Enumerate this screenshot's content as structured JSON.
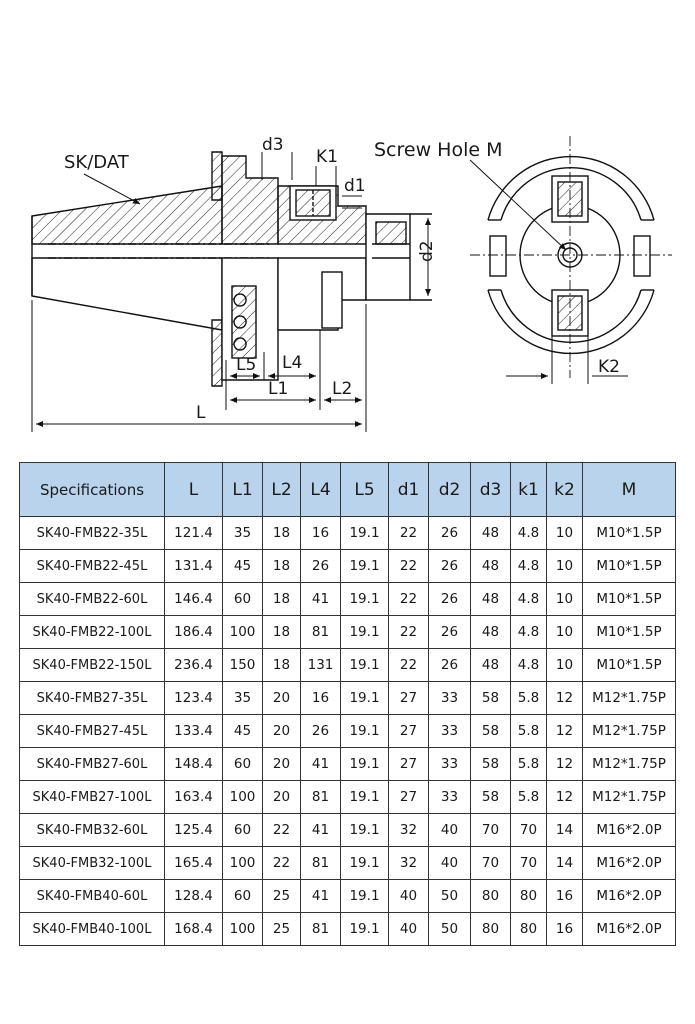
{
  "drawing": {
    "labels": {
      "sk_dat": "SK/DAT",
      "screw_hole": "Screw Hole M",
      "d3": "d3",
      "k1": "K1",
      "d1": "d1",
      "d2": "d2",
      "l5": "L5",
      "l4": "L4",
      "l1": "L1",
      "l2": "L2",
      "l": "L",
      "k2": "K2"
    }
  },
  "table": {
    "headers": [
      "Specifications",
      "L",
      "L1",
      "L2",
      "L4",
      "L5",
      "d1",
      "d2",
      "d3",
      "k1",
      "k2",
      "M"
    ],
    "rows": [
      [
        "SK40-FMB22-35L",
        "121.4",
        "35",
        "18",
        "16",
        "19.1",
        "22",
        "26",
        "48",
        "4.8",
        "10",
        "M10*1.5P"
      ],
      [
        "SK40-FMB22-45L",
        "131.4",
        "45",
        "18",
        "26",
        "19.1",
        "22",
        "26",
        "48",
        "4.8",
        "10",
        "M10*1.5P"
      ],
      [
        "SK40-FMB22-60L",
        "146.4",
        "60",
        "18",
        "41",
        "19.1",
        "22",
        "26",
        "48",
        "4.8",
        "10",
        "M10*1.5P"
      ],
      [
        "SK40-FMB22-100L",
        "186.4",
        "100",
        "18",
        "81",
        "19.1",
        "22",
        "26",
        "48",
        "4.8",
        "10",
        "M10*1.5P"
      ],
      [
        "SK40-FMB22-150L",
        "236.4",
        "150",
        "18",
        "131",
        "19.1",
        "22",
        "26",
        "48",
        "4.8",
        "10",
        "M10*1.5P"
      ],
      [
        "SK40-FMB27-35L",
        "123.4",
        "35",
        "20",
        "16",
        "19.1",
        "27",
        "33",
        "58",
        "5.8",
        "12",
        "M12*1.75P"
      ],
      [
        "SK40-FMB27-45L",
        "133.4",
        "45",
        "20",
        "26",
        "19.1",
        "27",
        "33",
        "58",
        "5.8",
        "12",
        "M12*1.75P"
      ],
      [
        "SK40-FMB27-60L",
        "148.4",
        "60",
        "20",
        "41",
        "19.1",
        "27",
        "33",
        "58",
        "5.8",
        "12",
        "M12*1.75P"
      ],
      [
        "SK40-FMB27-100L",
        "163.4",
        "100",
        "20",
        "81",
        "19.1",
        "27",
        "33",
        "58",
        "5.8",
        "12",
        "M12*1.75P"
      ],
      [
        "SK40-FMB32-60L",
        "125.4",
        "60",
        "22",
        "41",
        "19.1",
        "32",
        "40",
        "70",
        "70",
        "14",
        "M16*2.0P"
      ],
      [
        "SK40-FMB32-100L",
        "165.4",
        "100",
        "22",
        "81",
        "19.1",
        "32",
        "40",
        "70",
        "70",
        "14",
        "M16*2.0P"
      ],
      [
        "SK40-FMB40-60L",
        "128.4",
        "60",
        "25",
        "41",
        "19.1",
        "40",
        "50",
        "80",
        "80",
        "16",
        "M16*2.0P"
      ],
      [
        "SK40-FMB40-100L",
        "168.4",
        "100",
        "25",
        "81",
        "19.1",
        "40",
        "50",
        "80",
        "80",
        "16",
        "M16*2.0P"
      ]
    ]
  },
  "colors": {
    "header_bg": "#b9d3ec",
    "line": "#1a1a1a",
    "grid": "#333333"
  }
}
